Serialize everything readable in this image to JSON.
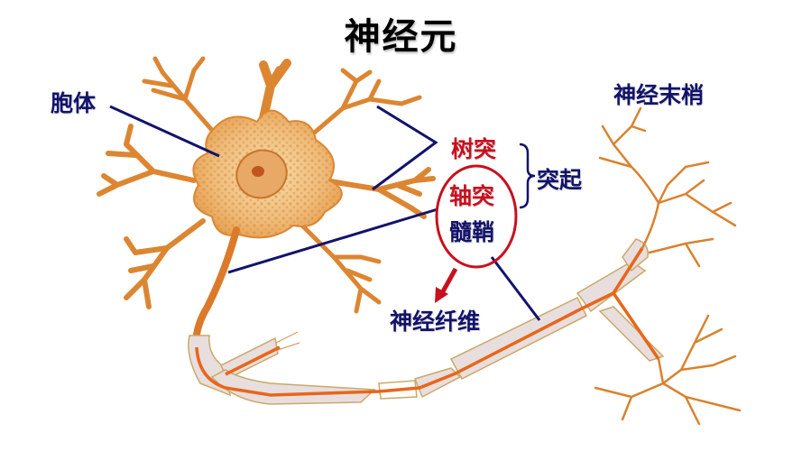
{
  "title": "神经元",
  "labels": {
    "cell_body": "胞体",
    "dendrite": "树突",
    "axon": "轴突",
    "process": "突起",
    "myelin_sheath": "髓鞘",
    "nerve_fiber": "神经纤维",
    "nerve_ending": "神经末梢"
  },
  "colors": {
    "label_navy": "#13136b",
    "label_red": "#c8101e",
    "neuron_orange": "#e08a2c",
    "cell_fill": "#f2c486",
    "myelin_fill": "#e6dcdc",
    "axon_core": "#e8661a"
  }
}
